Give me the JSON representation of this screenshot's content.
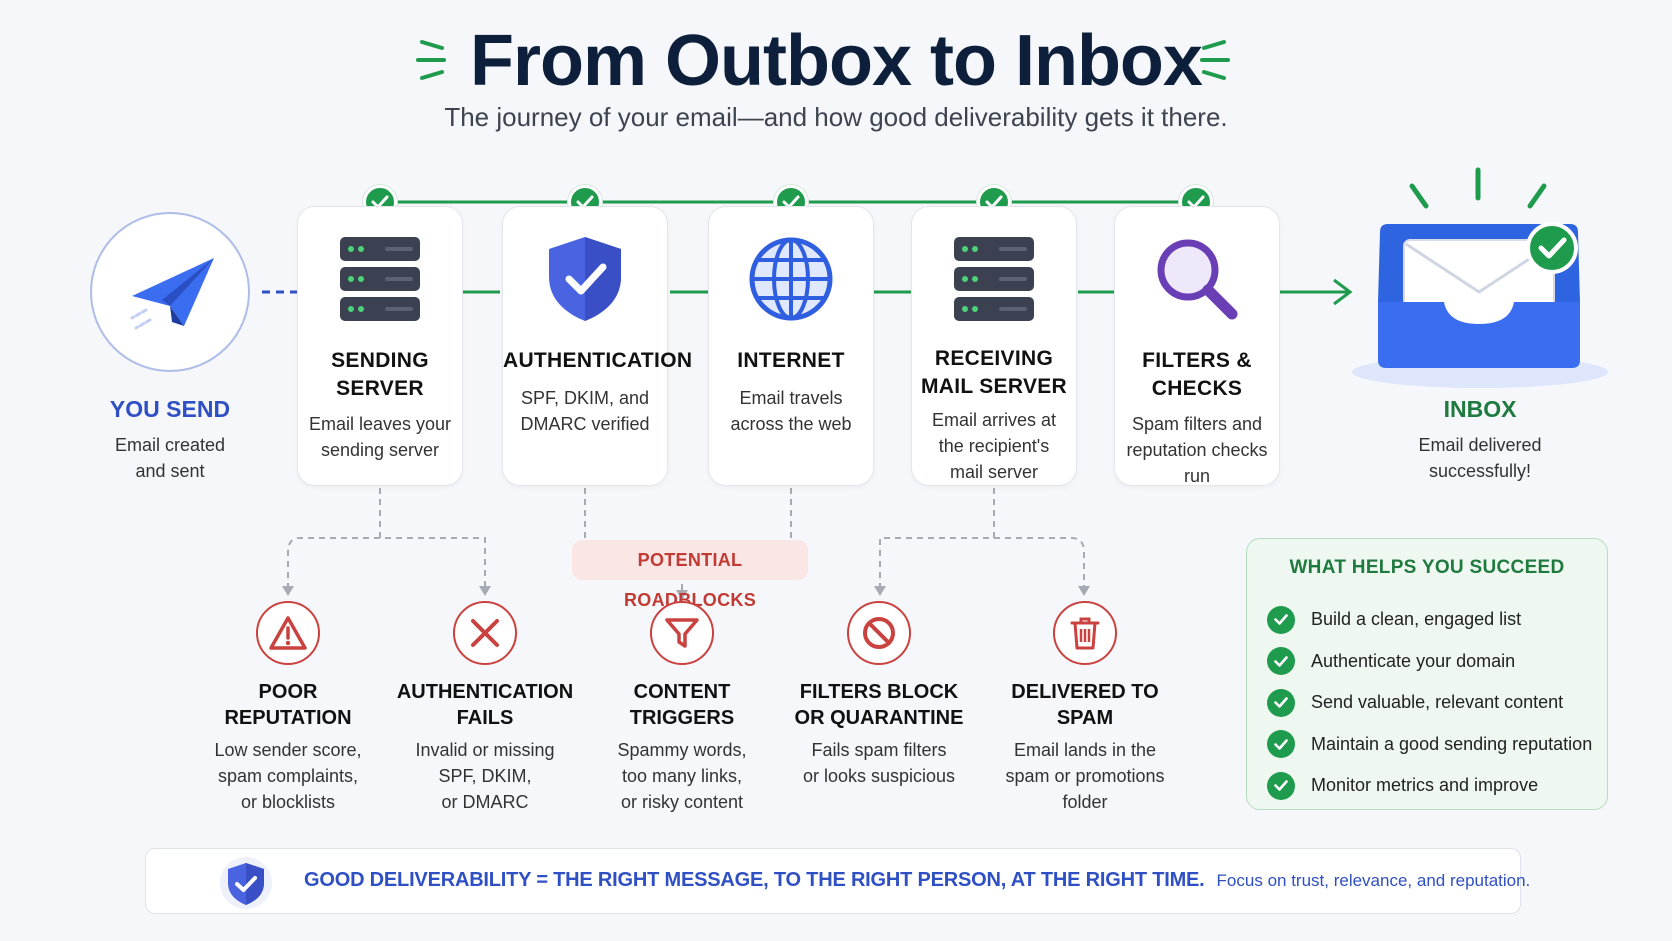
{
  "header": {
    "title": "From Outbox to Inbox",
    "subtitle": "The journey of your email—and how good deliverability gets it there."
  },
  "start": {
    "title": "YOU SEND",
    "desc_line1": "Email created",
    "desc_line2": "and sent",
    "icon": "paper-plane-icon"
  },
  "stages": [
    {
      "title_line1": "SENDING",
      "title_line2": "SERVER",
      "desc_line1": "Email leaves your",
      "desc_line2": "sending server",
      "desc_line3": "",
      "icon": "server-icon"
    },
    {
      "title_line1": "AUTHENTICATION",
      "title_line2": "",
      "desc_line1": "SPF, DKIM, and",
      "desc_line2": "DMARC verified",
      "desc_line3": "",
      "icon": "shield-check-icon"
    },
    {
      "title_line1": "INTERNET",
      "title_line2": "",
      "desc_line1": "Email travels",
      "desc_line2": "across the web",
      "desc_line3": "",
      "icon": "globe-icon"
    },
    {
      "title_line1": "RECEIVING",
      "title_line2": "MAIL SERVER",
      "desc_line1": "Email arrives at",
      "desc_line2": "the recipient's",
      "desc_line3": "mail server",
      "icon": "server-icon"
    },
    {
      "title_line1": "FILTERS &",
      "title_line2": "CHECKS",
      "desc_line1": "Spam filters and",
      "desc_line2": "reputation checks",
      "desc_line3": "run",
      "icon": "magnifier-icon"
    }
  ],
  "end": {
    "title": "INBOX",
    "desc_line1": "Email delivered",
    "desc_line2": "successfully!",
    "icon": "inbox-icon"
  },
  "roadblocks_label": "POTENTIAL ROADBLOCKS",
  "roadblocks": [
    {
      "title_line1": "POOR",
      "title_line2": "REPUTATION",
      "desc_line1": "Low sender score,",
      "desc_line2": "spam complaints,",
      "desc_line3": "or blocklists",
      "icon": "warning-icon"
    },
    {
      "title_line1": "AUTHENTICATION",
      "title_line2": "FAILS",
      "desc_line1": "Invalid or missing",
      "desc_line2": "SPF, DKIM,",
      "desc_line3": "or DMARC",
      "icon": "x-icon"
    },
    {
      "title_line1": "CONTENT",
      "title_line2": "TRIGGERS",
      "desc_line1": "Spammy words,",
      "desc_line2": "too many links,",
      "desc_line3": "or risky content",
      "icon": "funnel-icon"
    },
    {
      "title_line1": "FILTERS BLOCK",
      "title_line2": "OR QUARANTINE",
      "desc_line1": "Fails spam filters",
      "desc_line2": "or looks suspicious",
      "desc_line3": "",
      "icon": "block-icon"
    },
    {
      "title_line1": "DELIVERED TO",
      "title_line2": "SPAM",
      "desc_line1": "Email lands in the",
      "desc_line2": "spam or promotions",
      "desc_line3": "folder",
      "icon": "trash-icon"
    }
  ],
  "helps": {
    "title": "WHAT HELPS YOU SUCCEED",
    "items": [
      "Build a clean, engaged list",
      "Authenticate your domain",
      "Send valuable, relevant content",
      "Maintain a good sending reputation",
      "Monitor metrics and improve"
    ]
  },
  "banner": {
    "strong": "GOOD DELIVERABILITY = THE RIGHT MESSAGE, TO THE RIGHT PERSON, AT THE RIGHT TIME.",
    "tail": "Focus on trust, relevance, and reputation."
  },
  "colors": {
    "navy": "#0d1f3a",
    "green": "#1f9b4d",
    "blue": "#2f4fc4",
    "red": "#c9423f",
    "purple": "#6a3fb5"
  }
}
